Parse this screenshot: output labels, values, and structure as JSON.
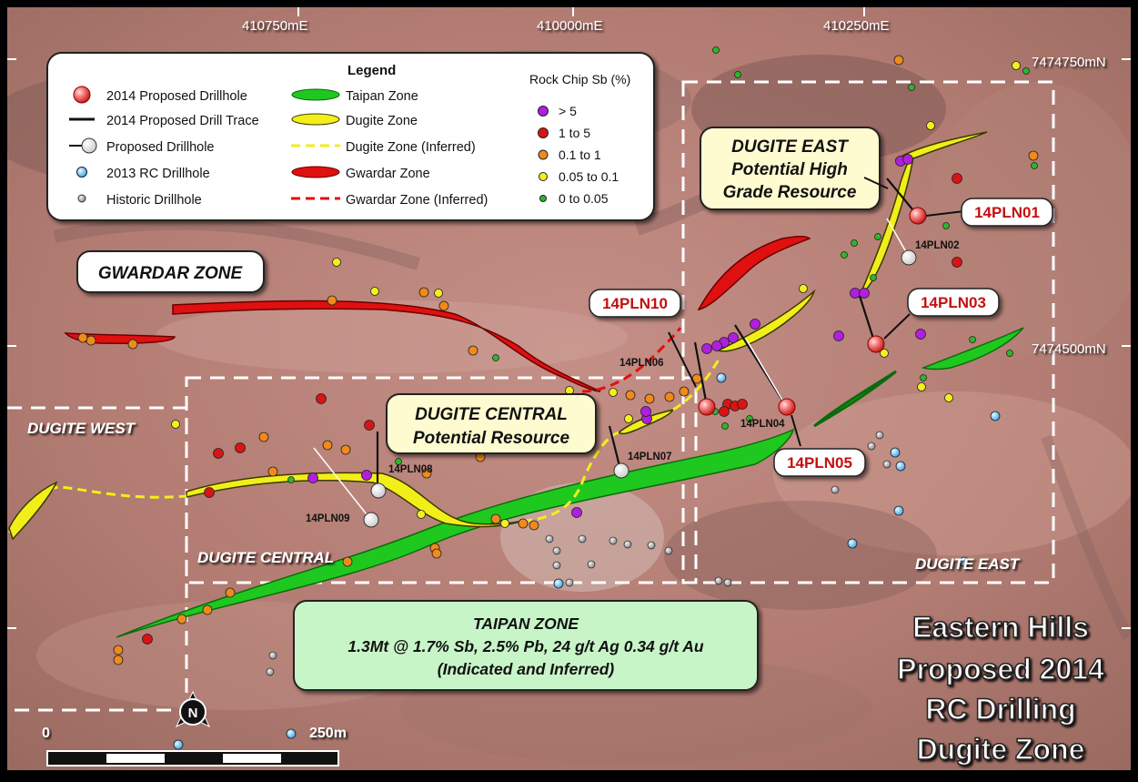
{
  "map": {
    "coords": {
      "e1": "410750mE",
      "e2": "410000mE",
      "e3": "410250mE",
      "n1": "7474750mN",
      "n2": "7474500mN"
    },
    "legend": {
      "title": "Legend",
      "rock_chip_title": "Rock Chip Sb (%)",
      "drill_items": [
        "2014 Proposed Drillhole",
        "2014 Proposed Drill Trace",
        "Proposed Drillhole",
        "2013 RC Drillhole",
        "Historic Drillhole"
      ],
      "zone_items": [
        "Taipan Zone",
        "Dugite Zone",
        "Dugite Zone (Inferred)",
        "Gwardar Zone",
        "Gwardar Zone (Inferred)"
      ],
      "rock_chip_items": [
        "> 5",
        "1 to 5",
        "0.1 to 1",
        "0.05 to 0.1",
        "0 to 0.05"
      ]
    },
    "callouts": {
      "dugite_east_line1": "DUGITE EAST",
      "dugite_east_line2": "Potential High",
      "dugite_east_line3": "Grade Resource",
      "gwardar": "GWARDAR ZONE",
      "dugite_central_line1": "DUGITE CENTRAL",
      "dugite_central_line2": "Potential Resource",
      "taipan_line1": "TAIPAN ZONE",
      "taipan_line2": "1.3Mt @ 1.7% Sb, 2.5% Pb, 24 g/t Ag 0.34 g/t Au",
      "taipan_line3": "(Indicated and Inferred)"
    },
    "area_labels": {
      "west": "DUGITE WEST",
      "central": "DUGITE CENTRAL",
      "east": "DUGITE EAST"
    },
    "proposed_holes": {
      "h01": "14PLN01",
      "h03": "14PLN03",
      "h05": "14PLN05",
      "h10": "14PLN10"
    },
    "small_labels": {
      "h02": "14PLN02",
      "h04": "14PLN04",
      "h06": "14PLN06",
      "h07": "14PLN07",
      "h08": "14PLN08",
      "h09": "14PLN09"
    },
    "scale": {
      "zero": "0",
      "end": "250m"
    },
    "north": "N",
    "title": [
      "Eastern Hills",
      "Proposed 2014",
      "RC Drilling",
      "Dugite Zone"
    ],
    "colors": {
      "taipan": "#1fc81f",
      "dugite": "#f2ee1a",
      "gwardar": "#e01010",
      "purple": "#b01ee0",
      "red": "#d81414",
      "orange": "#f08a1a",
      "yellow": "#f5f01a",
      "green": "#2ab82a",
      "rc_blue": "#6cc8f0",
      "historic": "#b8b8b8"
    }
  }
}
